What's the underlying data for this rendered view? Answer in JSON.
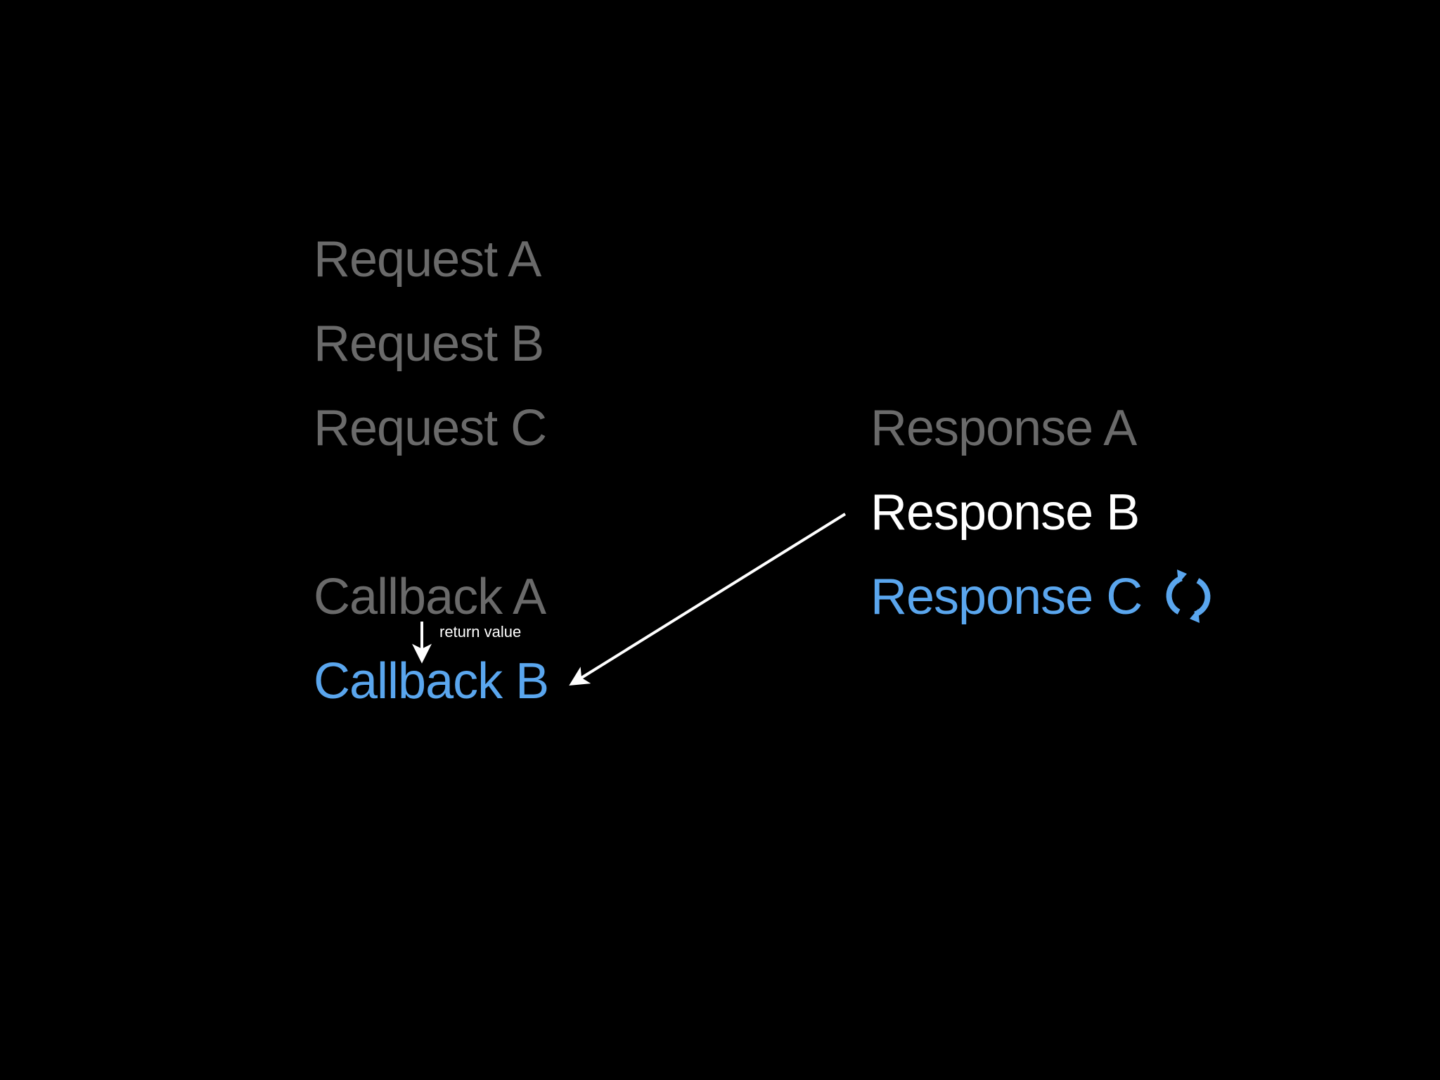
{
  "requests": {
    "a": "Request A",
    "b": "Request B",
    "c": "Request C"
  },
  "responses": {
    "a": "Response A",
    "b": "Response B",
    "c": "Response C"
  },
  "callbacks": {
    "a": "Callback A",
    "b": "Callback B"
  },
  "annotations": {
    "return_value": "return value"
  },
  "icons": {
    "response_c_status": "refresh-icon"
  },
  "colors": {
    "background": "#000000",
    "muted_text": "#6a6a6a",
    "active_text": "#ffffff",
    "accent": "#5aa6ee"
  }
}
